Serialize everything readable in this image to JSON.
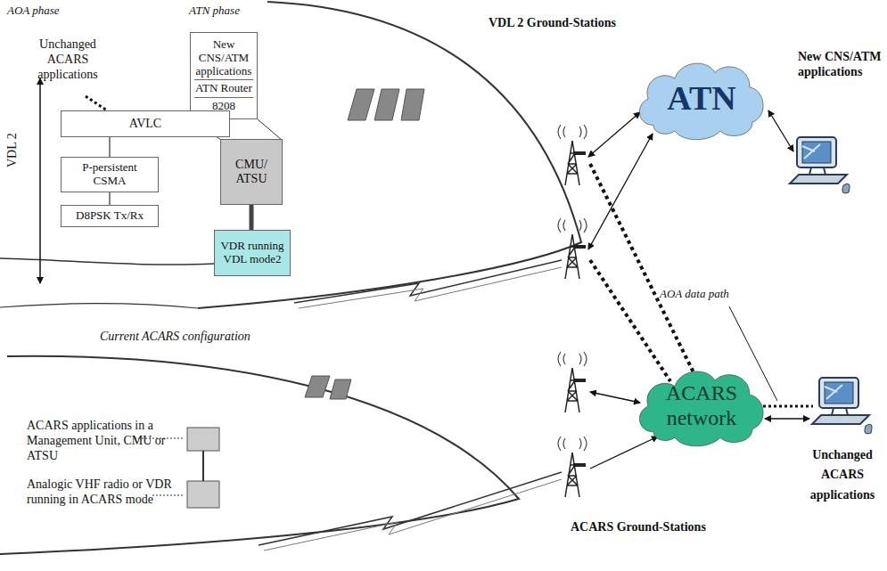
{
  "diagram": {
    "nodes": [
      {
        "text": [
          "New CNS/ATM applications",
          "ATN Router",
          "8208"
        ]
      },
      {
        "text": [
          "AVLC"
        ]
      },
      {
        "text": [
          "P-persistent CSMA"
        ]
      },
      {
        "text": [
          "D8PSK Tx/Rx"
        ]
      },
      {
        "text": [
          "CMU/ ATSU"
        ]
      },
      {
        "text": [
          "VDR running VDL mode2"
        ]
      },
      {
        "text": [
          "ATN"
        ]
      },
      {
        "text": [
          "ACARS network"
        ]
      }
    ],
    "edges": [
      {
        "from": 1,
        "to": 2,
        "arrow": "none"
      },
      {
        "from": 2,
        "to": 3,
        "arrow": "none"
      },
      {
        "from": 4,
        "to": 5,
        "arrow": "none"
      }
    ],
    "labels": [
      "AOA phase",
      "Unchanged ACARS applications",
      "ATN phase",
      "VDL 2",
      "VDL 2 Ground-Stations",
      "New CNS/ATM applications",
      "AOA data path",
      "Current ACARS configuration",
      "ACARS applications in a Management Unit, CMU or ATSU",
      "Analogic VHF radio or VDR running in ACARS mode",
      "Unchanged ACARS applications",
      "ACARS Ground-Stations"
    ]
  }
}
